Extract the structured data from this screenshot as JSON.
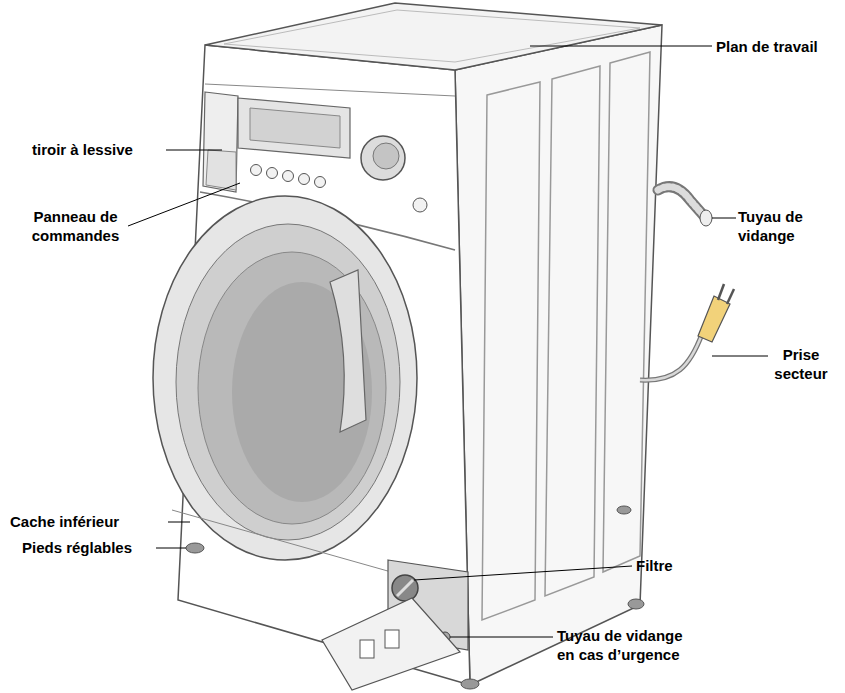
{
  "diagram": {
    "labels": [
      "Plan de travail",
      "tiroir à lessive",
      "Panneau de commandes",
      "Tuyau de vidange",
      "Prise secteur",
      "Cache inférieur",
      "Pieds réglables",
      "Filtre",
      "Tuyau de vidange en cas d’urgence"
    ]
  }
}
